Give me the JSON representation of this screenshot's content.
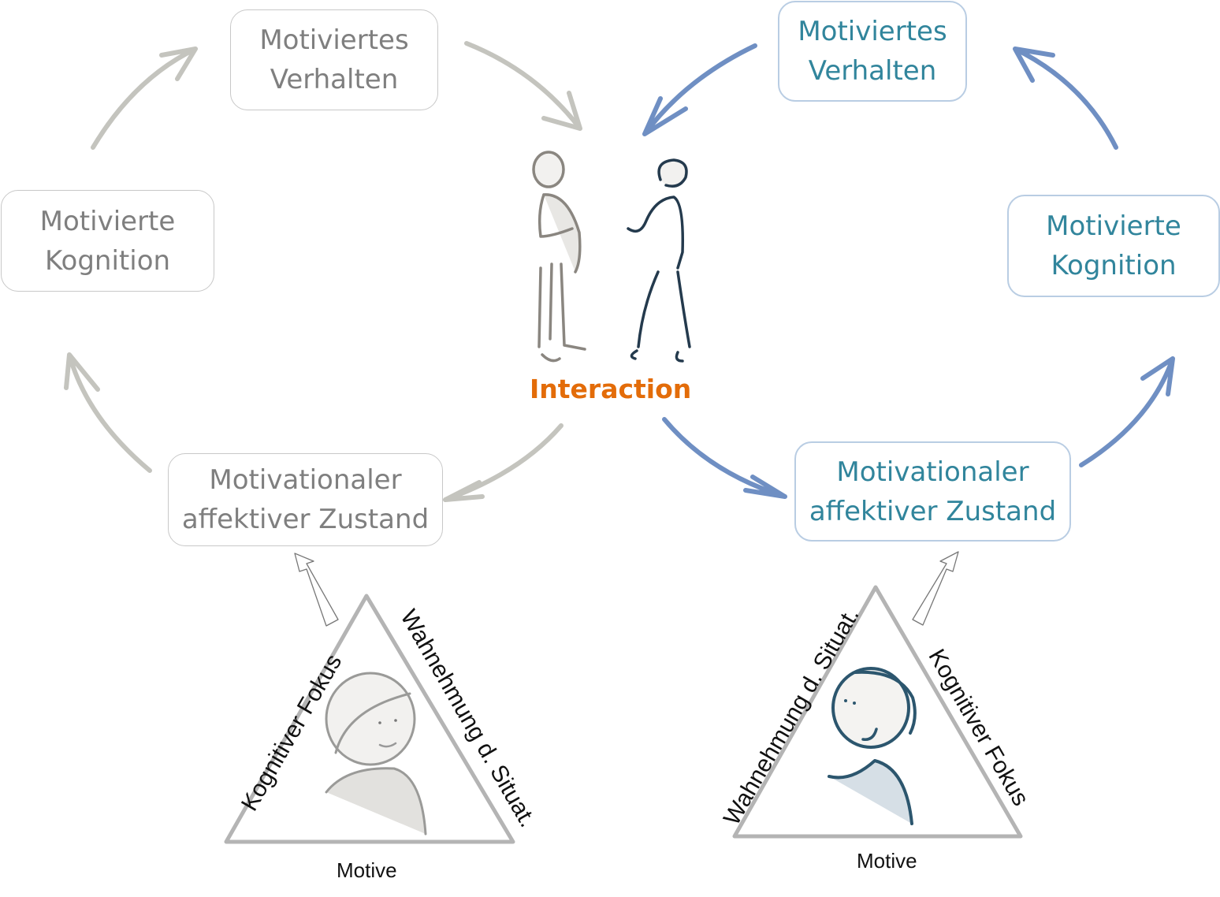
{
  "left_person": {
    "color": "#7f7f7f",
    "boxes": {
      "behavior": [
        "Motiviertes",
        "Verhalten"
      ],
      "cognition": [
        "Motivierte",
        "Kognition"
      ],
      "affect": [
        "Motivationaler",
        "affektiver Zustand"
      ]
    },
    "triangle": {
      "left_side": "Kognitiver Fokus",
      "right_side": "Wahnehmung d. Situat.",
      "base": "Motive"
    }
  },
  "right_person": {
    "color": "#31859c",
    "boxes": {
      "behavior": [
        "Motiviertes",
        "Verhalten"
      ],
      "cognition": [
        "Motivierte",
        "Kognition"
      ],
      "affect": [
        "Motivationaler",
        "affektiver Zustand"
      ]
    },
    "triangle": {
      "left_side": "Wahnehmung d. Situat.",
      "right_side": "Kognitiver Fokus",
      "base": "Motive"
    }
  },
  "center": {
    "label": "Interaction",
    "label_color": "#e36c09"
  },
  "colors": {
    "gray_arrow": "#c4c4be",
    "blue_arrow": "#6f8fc3",
    "triangle_stroke": "#b4b4b4"
  }
}
